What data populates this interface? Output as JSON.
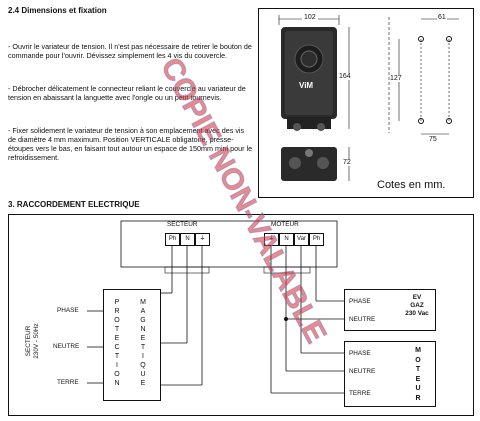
{
  "section_dims": {
    "title": "2.4  Dimensions et fixation",
    "paragraphs": [
      "- Ouvrir le variateur de tension. Il n'est pas nécessaire de retirer le bouton de commande pour l'ouvrir. Dévissez simplement les 4 vis du couvercle.",
      "- Débrocher délicatement le connecteur reliant le couvercle au variateur de tension en abaissant la languette avec l'ongle ou un petit tournevis.",
      "- Fixer solidement le variateur de tension à son emplacement avec des vis de diamètre 4 mm maximum. Position VERTICALE obligatoire, presse-étoupes vers le bas, en faisant tout autour un espace de 150mm mini pour le refroidissement."
    ],
    "dimensions": {
      "width": "102",
      "height": "164",
      "depth": "61",
      "d127": "127",
      "d75": "75",
      "d72": "72"
    },
    "brand": "ViM",
    "units_caption": "Cotes en mm."
  },
  "section_wiring": {
    "title": "3.   RACCORDEMENT ELECTRIQUE",
    "secteur_label": "SECTEUR",
    "moteur_label": "MOTEUR",
    "secteur_terms": [
      "Ph",
      "N",
      "⏚"
    ],
    "moteur_terms": [
      "⏚",
      "N",
      "Var",
      "Ph"
    ],
    "supply_side": "SECTEUR\n230V - 50Hz",
    "supply_lines": [
      "PHASE",
      "NEUTRE",
      "TERRE"
    ],
    "protection_letters": [
      "P",
      "R",
      "O",
      "T",
      "E",
      "C",
      "T",
      "I",
      "O",
      "N"
    ],
    "magnetique_letters": [
      "M",
      "A",
      "G",
      "N",
      "E",
      "T",
      "I",
      "Q",
      "U",
      "E"
    ],
    "ev_lines": [
      "PHASE",
      "NEUTRE"
    ],
    "ev_label": [
      "EV",
      "GAZ",
      "230 Vac"
    ],
    "moteur_lines": [
      "PHASE",
      "NEUTRE",
      "TERRE"
    ],
    "moteur_letters": [
      "M",
      "O",
      "T",
      "E",
      "U",
      "R"
    ]
  },
  "watermark_text": "COPIE NON-VALABLE"
}
